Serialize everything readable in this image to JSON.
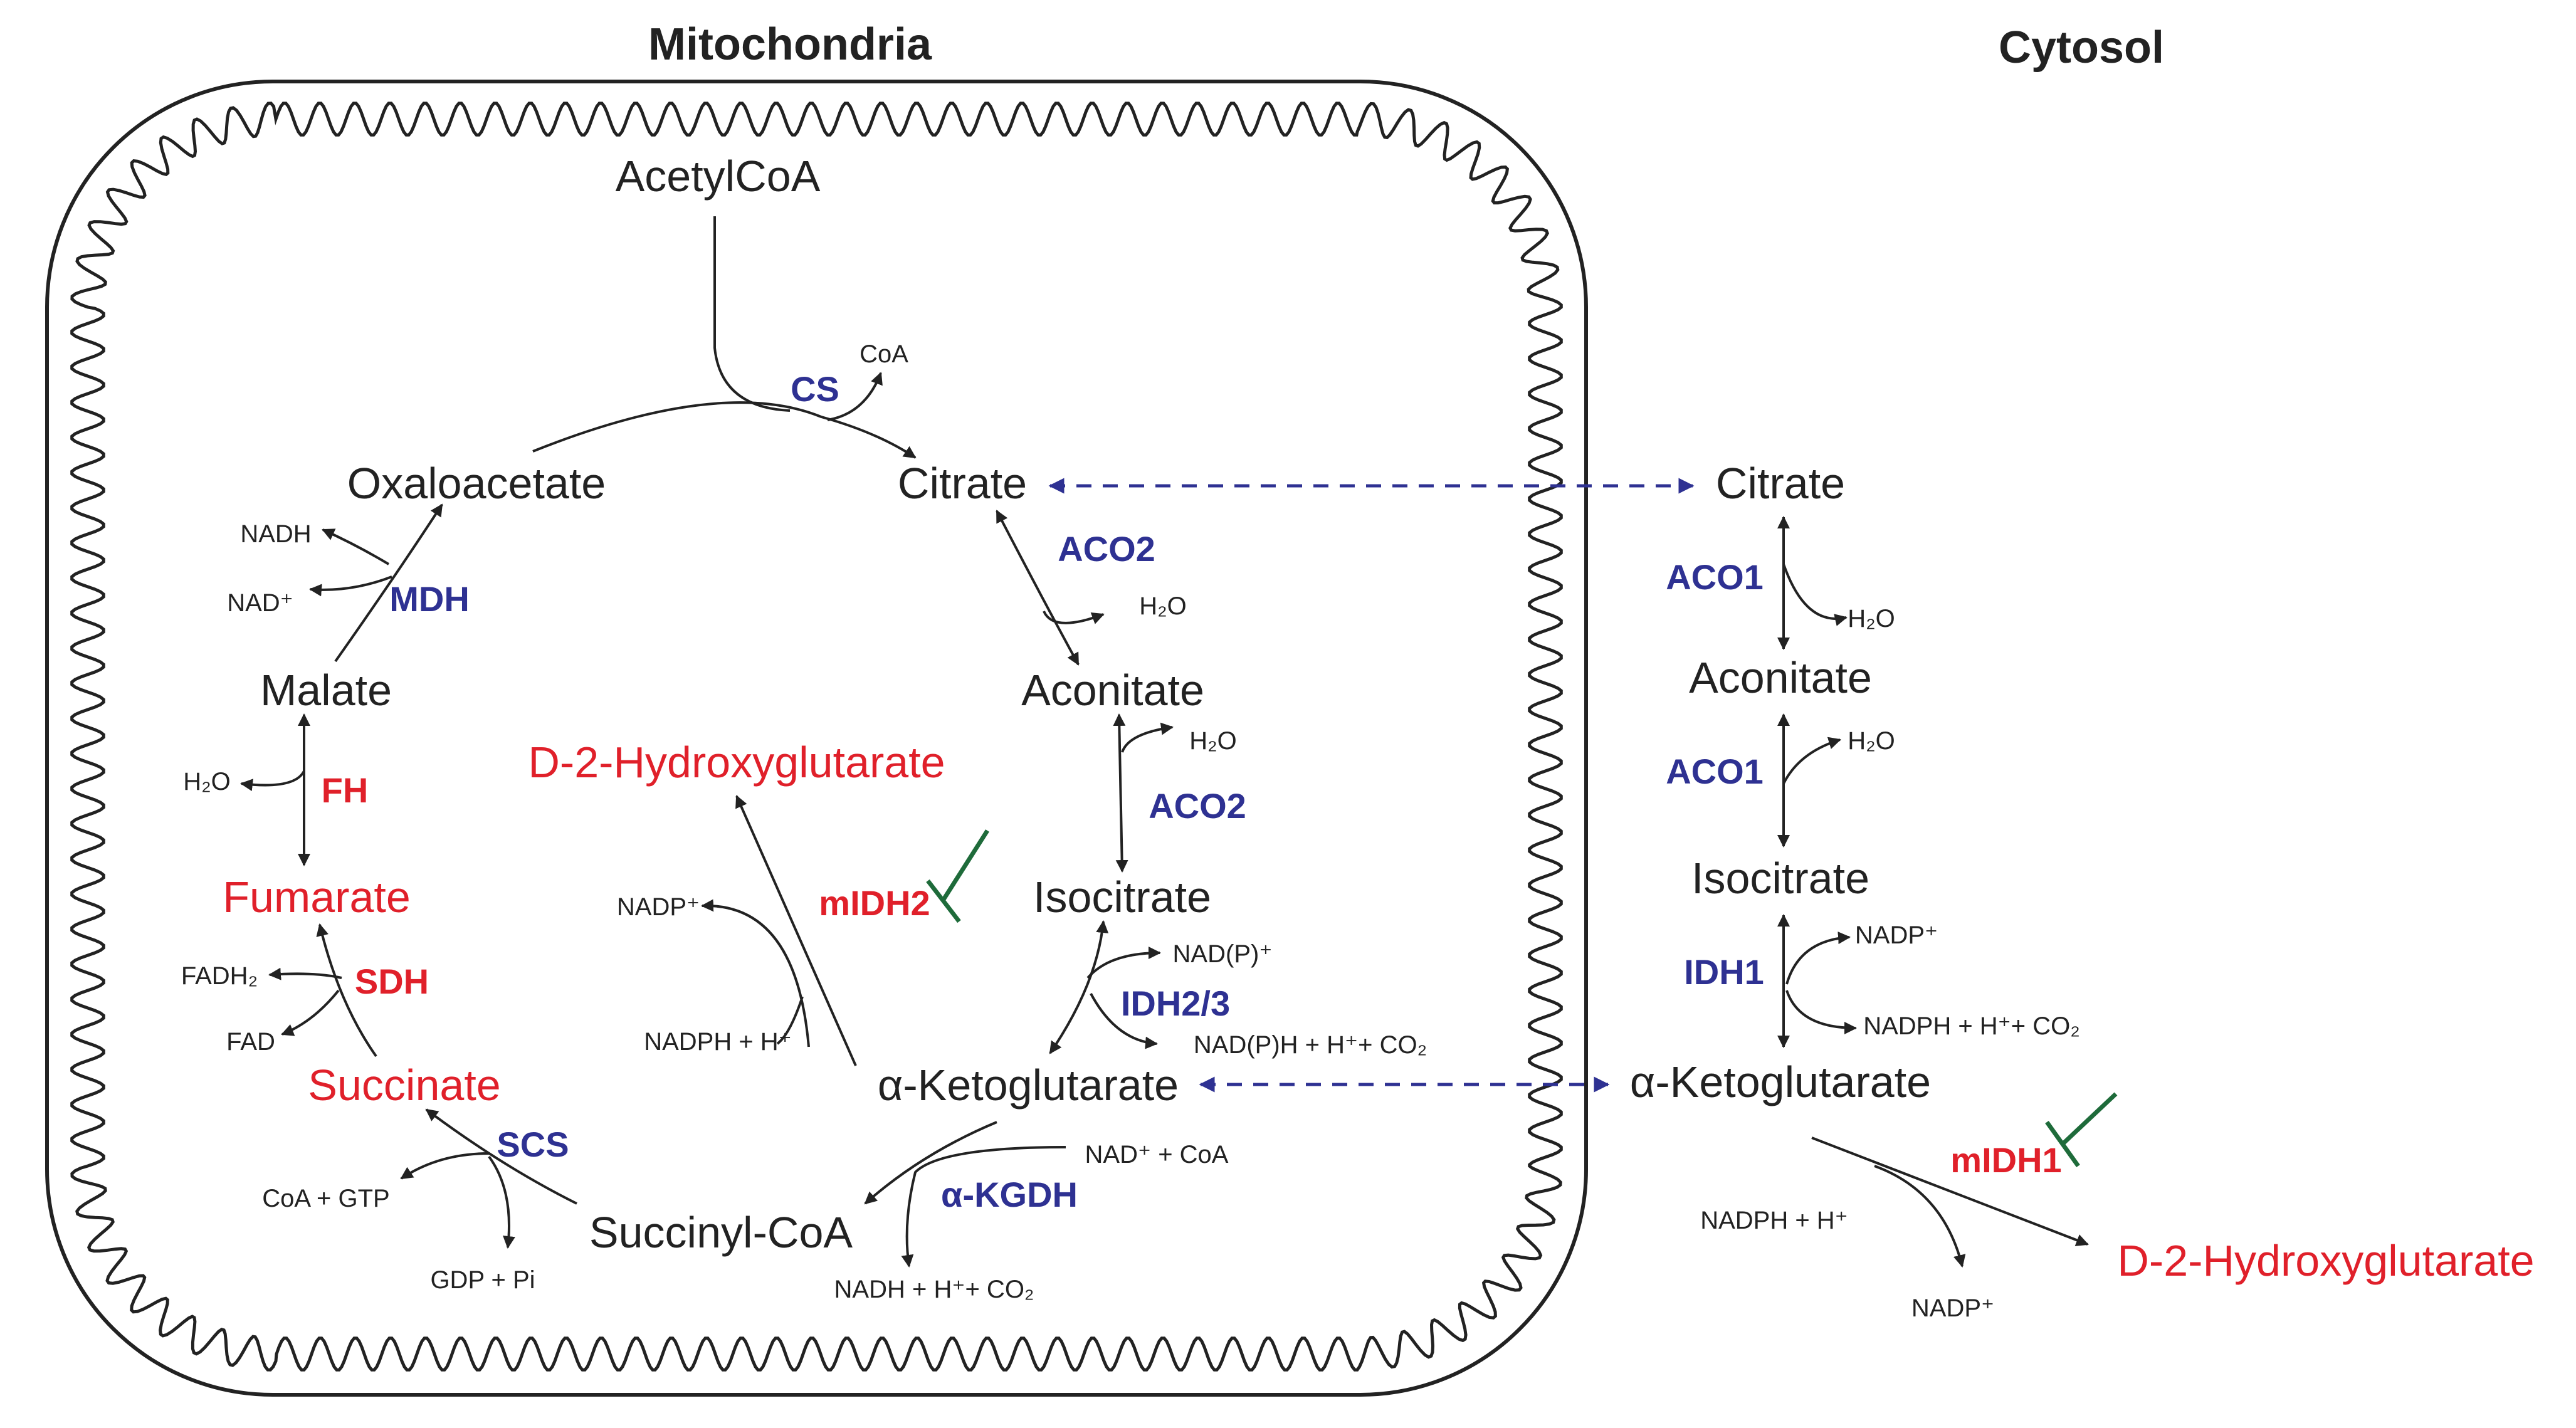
{
  "colors": {
    "ink": "#222222",
    "enzyme_blue": "#2e3192",
    "mutant_red": "#e0202a",
    "inhibitor_green": "#1e6b3a"
  },
  "compartments": {
    "mitochondria": "Mitochondria",
    "cytosol": "Cytosol"
  },
  "mito": {
    "metabolites": {
      "acetylcoa": "AcetylCoA",
      "citrate": "Citrate",
      "oxaloacetate": "Oxaloacetate",
      "malate": "Malate",
      "fumarate": "Fumarate",
      "succinate": "Succinate",
      "succinylcoa": "Succinyl-CoA",
      "akg": "α-Ketoglutarate",
      "isocitrate": "Isocitrate",
      "aconitate": "Aconitate",
      "d2hg": "D-2-Hydroxyglutarate"
    },
    "enzymes": {
      "cs": "CS",
      "aco2_top": "ACO2",
      "aco2_bottom": "ACO2",
      "idh23": "IDH2/3",
      "akgdh": "α-KGDH",
      "scs": "SCS",
      "sdh": "SDH",
      "fh": "FH",
      "mdh": "MDH",
      "midh2": "mIDH2"
    },
    "cofactors": {
      "coa": "CoA",
      "nadh_mdh": "NADH",
      "nad_mdh": "NAD⁺",
      "h2o_fh": "H₂O",
      "fadh2": "FADH₂",
      "fad": "FAD",
      "coa_gtp": "CoA + GTP",
      "gdp_pi": "GDP + Pi",
      "nad_coa": "NAD⁺ + CoA",
      "nadh_akgdh": "NADH + H⁺+ CO₂",
      "h2o_aco2_top": "H₂O",
      "h2o_aco2_bottom": "H₂O",
      "nadp_idh": "NAD(P)⁺",
      "nadph_idh": "NAD(P)H + H⁺+ CO₂",
      "nadp_midh2": "NADP⁺",
      "nadph_midh2": "NADPH + H⁺"
    }
  },
  "cyto": {
    "metabolites": {
      "citrate": "Citrate",
      "aconitate": "Aconitate",
      "isocitrate": "Isocitrate",
      "akg": "α-Ketoglutarate",
      "d2hg": "D-2-Hydroxyglutarate"
    },
    "enzymes": {
      "aco1_top": "ACO1",
      "aco1_bottom": "ACO1",
      "idh1": "IDH1",
      "midh1": "mIDH1"
    },
    "cofactors": {
      "h2o_top": "H₂O",
      "h2o_bottom": "H₂O",
      "nadp_idh1": "NADP⁺",
      "nadph_idh1": "NADPH + H⁺+ CO₂",
      "nadph_midh1": "NADPH + H⁺",
      "nadp_midh1": "NADP⁺"
    }
  }
}
